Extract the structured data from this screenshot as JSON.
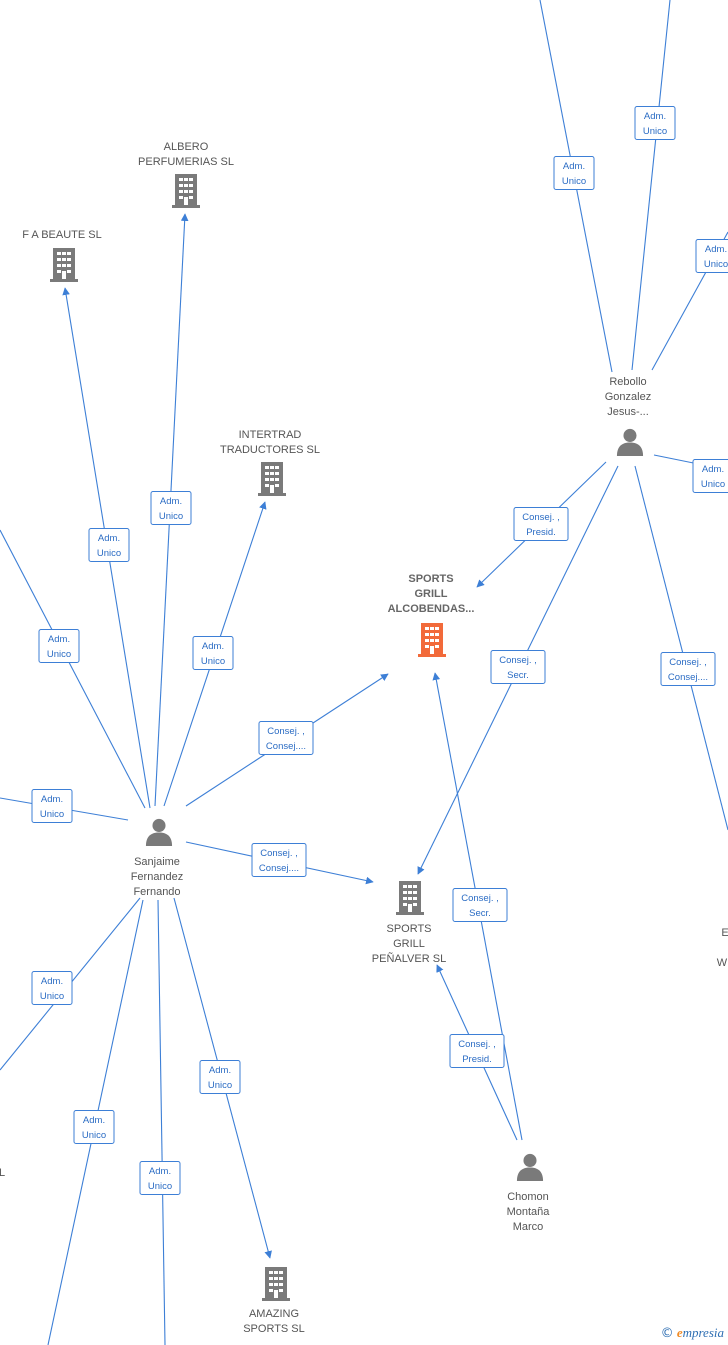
{
  "colors": {
    "edge": "#3d7fd6",
    "company": "#7a7a7a",
    "focus_company": "#f26a3a",
    "person": "#7a7a7a"
  },
  "nodes": [
    {
      "id": "albero",
      "type": "company",
      "lines": [
        "ALBERO",
        "PERFUMERIAS SL"
      ],
      "icon": "building-icon"
    },
    {
      "id": "fabeaute",
      "type": "company",
      "lines": [
        "F A BEAUTE  SL"
      ],
      "icon": "building-icon"
    },
    {
      "id": "intertrad",
      "type": "company",
      "lines": [
        "INTERTRAD",
        "TRADUCTORES SL"
      ],
      "icon": "building-icon"
    },
    {
      "id": "sportsgrillalc",
      "type": "company",
      "focus": true,
      "lines": [
        "SPORTS",
        "GRILL",
        "ALCOBENDAS..."
      ],
      "icon": "building-icon"
    },
    {
      "id": "sportsgrillpen",
      "type": "company",
      "lines": [
        "SPORTS",
        "GRILL",
        "PEÑALVER  SL"
      ],
      "icon": "building-icon"
    },
    {
      "id": "amazing",
      "type": "company",
      "lines": [
        "AMAZING",
        "SPORTS  SL"
      ],
      "icon": "building-icon"
    },
    {
      "id": "rebollo",
      "type": "person",
      "lines": [
        "Rebollo",
        "Gonzalez",
        "Jesus-..."
      ],
      "icon": "person-icon"
    },
    {
      "id": "sanjaime",
      "type": "person",
      "lines": [
        "Sanjaime",
        "Fernandez",
        "Fernando"
      ],
      "icon": "person-icon"
    },
    {
      "id": "chomon",
      "type": "person",
      "lines": [
        "Chomon",
        "Montaña",
        "Marco"
      ],
      "icon": "person-icon"
    },
    {
      "id": "partialE",
      "type": "text",
      "lines": [
        "E"
      ]
    },
    {
      "id": "partialW",
      "type": "text",
      "lines": [
        "W"
      ]
    },
    {
      "id": "partialL",
      "type": "text",
      "lines": [
        "L"
      ]
    }
  ],
  "edge_labels": [
    {
      "id": "e1",
      "lines": [
        "Adm.",
        "Unico"
      ]
    },
    {
      "id": "e2",
      "lines": [
        "Adm.",
        "Unico"
      ]
    },
    {
      "id": "e3",
      "lines": [
        "Adm.",
        "Unico"
      ]
    },
    {
      "id": "e4",
      "lines": [
        "Adm.",
        "Unico"
      ]
    },
    {
      "id": "e5",
      "lines": [
        "Adm.",
        "Unico"
      ]
    },
    {
      "id": "e6",
      "lines": [
        "Adm.",
        "Unico"
      ]
    },
    {
      "id": "e7",
      "lines": [
        "Adm.",
        "Unico"
      ]
    },
    {
      "id": "e8",
      "lines": [
        "Consej. ,",
        "Consej...."
      ]
    },
    {
      "id": "e9",
      "lines": [
        "Consej. ,",
        "Consej...."
      ]
    },
    {
      "id": "e10",
      "lines": [
        "Adm.",
        "Unico"
      ]
    },
    {
      "id": "e11",
      "lines": [
        "Adm.",
        "Unico"
      ]
    },
    {
      "id": "e12",
      "lines": [
        "Adm.",
        "Unico"
      ]
    },
    {
      "id": "e13",
      "lines": [
        "Adm.",
        "Unico"
      ]
    },
    {
      "id": "e14",
      "lines": [
        "Adm.",
        "Unico"
      ]
    },
    {
      "id": "e15",
      "lines": [
        "Adm.",
        "Unico"
      ]
    },
    {
      "id": "e16",
      "lines": [
        "Adm.",
        "Unic"
      ]
    },
    {
      "id": "e17",
      "lines": [
        "Adm.",
        "Unico"
      ]
    },
    {
      "id": "e18",
      "lines": [
        "Consej. ,",
        "Presid."
      ]
    },
    {
      "id": "e19",
      "lines": [
        "Consej. ,",
        "Secr."
      ]
    },
    {
      "id": "e20",
      "lines": [
        "Consej. ,",
        "Consej...."
      ]
    },
    {
      "id": "e21",
      "lines": [
        "Consej. ,",
        "Secr."
      ]
    },
    {
      "id": "e22",
      "lines": [
        "Consej. ,",
        "Presid."
      ]
    }
  ],
  "footer": {
    "copyright": "©",
    "brand_initial": "e",
    "brand_rest": "mpresia"
  }
}
